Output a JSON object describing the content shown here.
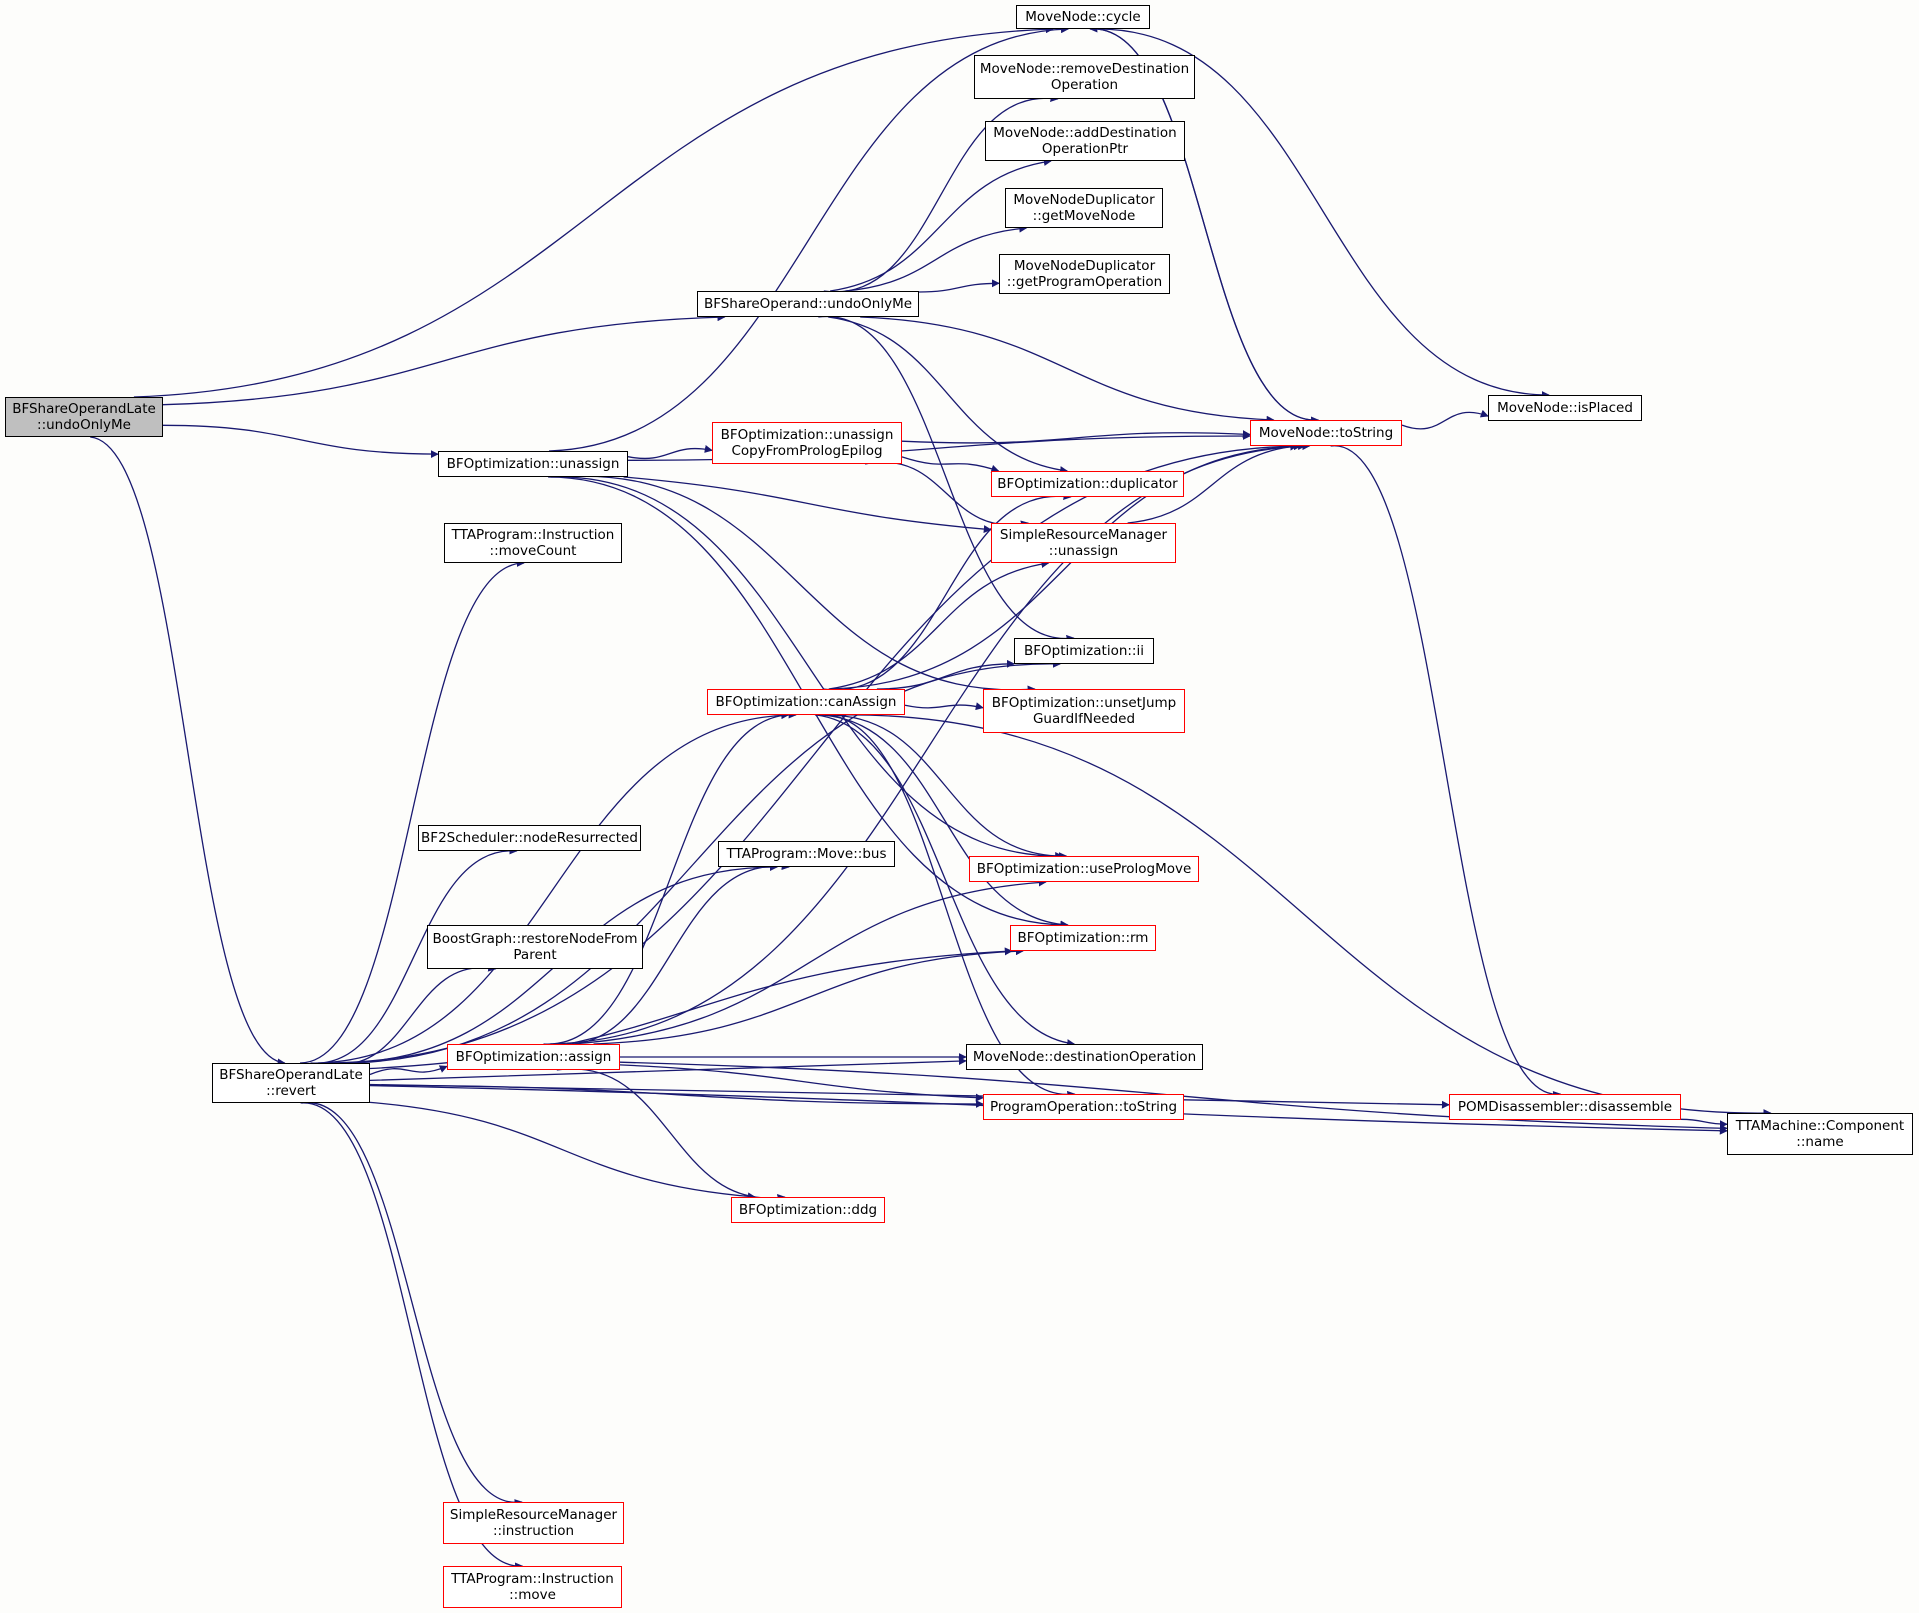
{
  "colors": {
    "edge": "#191970",
    "border": "#000000",
    "border_incomplete": "#ff0000",
    "root_fill": "#bfbfbf",
    "background": "#fdfdfb"
  },
  "nodes": [
    {
      "id": "root",
      "lines": [
        "BFShareOperandLate",
        "::undoOnlyMe"
      ],
      "style": "root"
    },
    {
      "id": "revert",
      "lines": [
        "BFShareOperandLate",
        "::revert"
      ],
      "style": "black"
    },
    {
      "id": "cycle",
      "lines": [
        "MoveNode::cycle"
      ],
      "style": "black"
    },
    {
      "id": "removeDst",
      "lines": [
        "MoveNode::removeDestination",
        "Operation"
      ],
      "style": "black"
    },
    {
      "id": "addDst",
      "lines": [
        "MoveNode::addDestination",
        "OperationPtr"
      ],
      "style": "black"
    },
    {
      "id": "getMN",
      "lines": [
        "MoveNodeDuplicator",
        "::getMoveNode"
      ],
      "style": "black"
    },
    {
      "id": "getPO",
      "lines": [
        "MoveNodeDuplicator",
        "::getProgramOperation"
      ],
      "style": "black"
    },
    {
      "id": "bfsoUndo",
      "lines": [
        "BFShareOperand::undoOnlyMe"
      ],
      "style": "black"
    },
    {
      "id": "isPlaced",
      "lines": [
        "MoveNode::isPlaced"
      ],
      "style": "black"
    },
    {
      "id": "toString",
      "lines": [
        "MoveNode::toString"
      ],
      "style": "red"
    },
    {
      "id": "unassignCP",
      "lines": [
        "BFOptimization::unassign",
        "CopyFromPrologEpilog"
      ],
      "style": "red"
    },
    {
      "id": "unassign",
      "lines": [
        "BFOptimization::unassign"
      ],
      "style": "black"
    },
    {
      "id": "duplicator",
      "lines": [
        "BFOptimization::duplicator"
      ],
      "style": "red"
    },
    {
      "id": "srmUnassign",
      "lines": [
        "SimpleResourceManager",
        "::unassign"
      ],
      "style": "red"
    },
    {
      "id": "moveCount",
      "lines": [
        "TTAProgram::Instruction",
        "::moveCount"
      ],
      "style": "black"
    },
    {
      "id": "ii",
      "lines": [
        "BFOptimization::ii"
      ],
      "style": "black"
    },
    {
      "id": "canAssign",
      "lines": [
        "BFOptimization::canAssign"
      ],
      "style": "red"
    },
    {
      "id": "unsetJump",
      "lines": [
        "BFOptimization::unsetJump",
        "GuardIfNeeded"
      ],
      "style": "red"
    },
    {
      "id": "nodeRes",
      "lines": [
        "BF2Scheduler::nodeResurrected"
      ],
      "style": "black"
    },
    {
      "id": "moveBus",
      "lines": [
        "TTAProgram::Move::bus"
      ],
      "style": "black"
    },
    {
      "id": "usePrologMove",
      "lines": [
        "BFOptimization::usePrologMove"
      ],
      "style": "red"
    },
    {
      "id": "restoreNode",
      "lines": [
        "BoostGraph::restoreNodeFrom",
        "Parent"
      ],
      "style": "black"
    },
    {
      "id": "rm",
      "lines": [
        "BFOptimization::rm"
      ],
      "style": "red"
    },
    {
      "id": "assign",
      "lines": [
        "BFOptimization::assign"
      ],
      "style": "red"
    },
    {
      "id": "destOp",
      "lines": [
        "MoveNode::destinationOperation"
      ],
      "style": "black"
    },
    {
      "id": "poToString",
      "lines": [
        "ProgramOperation::toString"
      ],
      "style": "red"
    },
    {
      "id": "disassemble",
      "lines": [
        "POMDisassembler::disassemble"
      ],
      "style": "red"
    },
    {
      "id": "compName",
      "lines": [
        "TTAMachine::Component",
        "::name"
      ],
      "style": "black"
    },
    {
      "id": "ddg",
      "lines": [
        "BFOptimization::ddg"
      ],
      "style": "red"
    },
    {
      "id": "srmInstr",
      "lines": [
        "SimpleResourceManager",
        "::instruction"
      ],
      "style": "red"
    },
    {
      "id": "instrMove",
      "lines": [
        "TTAProgram::Instruction",
        "::move"
      ],
      "style": "red"
    }
  ],
  "edges": [
    [
      "root",
      "cycle"
    ],
    [
      "root",
      "bfsoUndo"
    ],
    [
      "root",
      "unassign"
    ],
    [
      "root",
      "revert"
    ],
    [
      "bfsoUndo",
      "removeDst"
    ],
    [
      "bfsoUndo",
      "addDst"
    ],
    [
      "bfsoUndo",
      "getMN"
    ],
    [
      "bfsoUndo",
      "getPO"
    ],
    [
      "bfsoUndo",
      "toString"
    ],
    [
      "bfsoUndo",
      "duplicator"
    ],
    [
      "bfsoUndo",
      "ii"
    ],
    [
      "cycle",
      "toString"
    ],
    [
      "cycle",
      "isPlaced"
    ],
    [
      "toString",
      "cycle"
    ],
    [
      "toString",
      "isPlaced"
    ],
    [
      "toString",
      "disassemble"
    ],
    [
      "unassign",
      "cycle"
    ],
    [
      "unassign",
      "toString"
    ],
    [
      "unassign",
      "unassignCP"
    ],
    [
      "unassign",
      "srmUnassign"
    ],
    [
      "unassign",
      "unsetJump"
    ],
    [
      "unassign",
      "usePrologMove"
    ],
    [
      "unassign",
      "rm"
    ],
    [
      "unassignCP",
      "toString"
    ],
    [
      "unassignCP",
      "duplicator"
    ],
    [
      "unassignCP",
      "srmUnassign"
    ],
    [
      "srmUnassign",
      "toString"
    ],
    [
      "canAssign",
      "ii"
    ],
    [
      "canAssign",
      "unsetJump"
    ],
    [
      "canAssign",
      "duplicator"
    ],
    [
      "canAssign",
      "srmUnassign"
    ],
    [
      "canAssign",
      "toString"
    ],
    [
      "canAssign",
      "usePrologMove"
    ],
    [
      "canAssign",
      "rm"
    ],
    [
      "canAssign",
      "destOp"
    ],
    [
      "canAssign",
      "poToString"
    ],
    [
      "canAssign",
      "compName"
    ],
    [
      "revert",
      "moveCount"
    ],
    [
      "revert",
      "nodeRes"
    ],
    [
      "revert",
      "restoreNode"
    ],
    [
      "revert",
      "assign"
    ],
    [
      "revert",
      "canAssign"
    ],
    [
      "revert",
      "toString"
    ],
    [
      "revert",
      "ii"
    ],
    [
      "revert",
      "ddg"
    ],
    [
      "revert",
      "rm"
    ],
    [
      "revert",
      "destOp"
    ],
    [
      "revert",
      "poToString"
    ],
    [
      "revert",
      "disassemble"
    ],
    [
      "revert",
      "compName"
    ],
    [
      "revert",
      "srmInstr"
    ],
    [
      "revert",
      "instrMove"
    ],
    [
      "revert",
      "moveBus"
    ],
    [
      "assign",
      "canAssign"
    ],
    [
      "assign",
      "moveBus"
    ],
    [
      "assign",
      "usePrologMove"
    ],
    [
      "assign",
      "rm"
    ],
    [
      "assign",
      "destOp"
    ],
    [
      "assign",
      "poToString"
    ],
    [
      "assign",
      "compName"
    ],
    [
      "assign",
      "ddg"
    ],
    [
      "assign",
      "toString"
    ],
    [
      "disassemble",
      "compName"
    ]
  ]
}
